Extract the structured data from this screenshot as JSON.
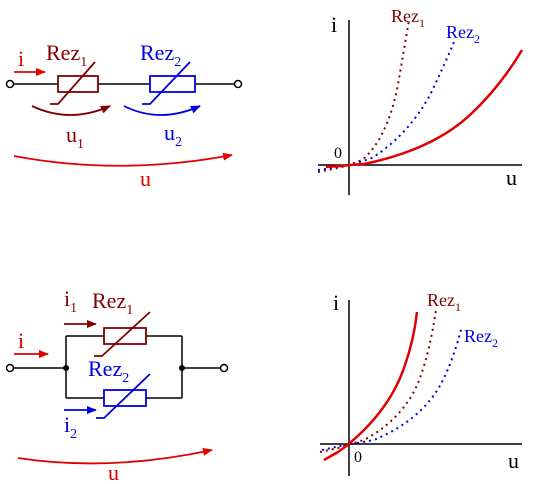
{
  "colors": {
    "rez1": "#800000",
    "rez2": "#0000e0",
    "total": "#e00000",
    "axis": "#000000"
  },
  "series_circuit": {
    "current_label": "i",
    "rez1_label": "Rez",
    "rez1_sub": "1",
    "rez2_label": "Rez",
    "rez2_sub": "2",
    "u1_label": "u",
    "u1_sub": "1",
    "u2_label": "u",
    "u2_sub": "2",
    "u_label": "u"
  },
  "series_graph": {
    "y_axis_label": "i",
    "x_axis_label": "u",
    "origin_label": "0",
    "curve1_label": "Rez",
    "curve1_sub": "1",
    "curve2_label": "Rez",
    "curve2_sub": "2"
  },
  "parallel_circuit": {
    "current_label": "i",
    "i1_label": "i",
    "i1_sub": "1",
    "i2_label": "i",
    "i2_sub": "2",
    "rez1_label": "Rez",
    "rez1_sub": "1",
    "rez2_label": "Rez",
    "rez2_sub": "2",
    "u_label": "u"
  },
  "parallel_graph": {
    "y_axis_label": "i",
    "x_axis_label": "u",
    "origin_label": "0",
    "curve1_label": "Rez",
    "curve1_sub": "1",
    "curve2_label": "Rez",
    "curve2_sub": "2"
  }
}
